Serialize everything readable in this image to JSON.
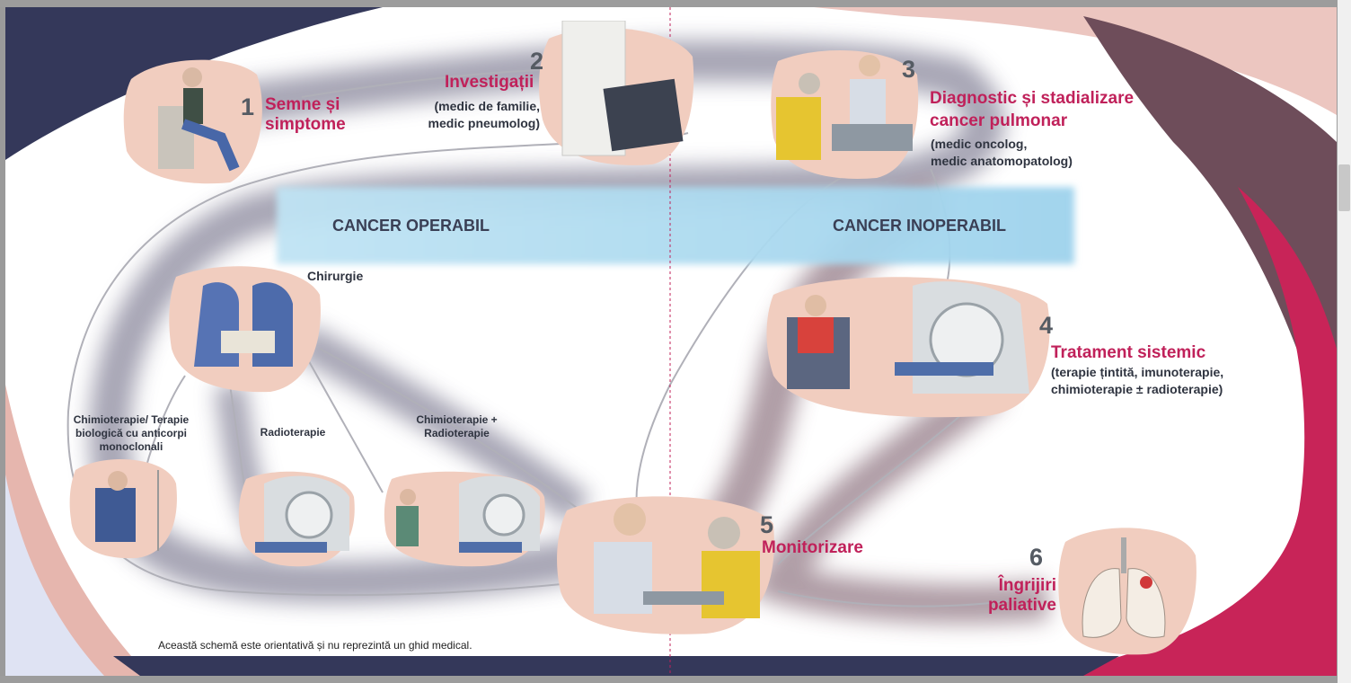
{
  "steps": [
    {
      "number": "1",
      "title_lines": [
        "Semne și",
        "simptome"
      ],
      "sub_lines": []
    },
    {
      "number": "2",
      "title_lines": [
        "Investigații"
      ],
      "sub_lines": [
        "(medic de familie,",
        "medic pneumolog)"
      ]
    },
    {
      "number": "3",
      "title_lines": [
        "Diagnostic și stadializare",
        "cancer pulmonar"
      ],
      "sub_lines": [
        "(medic oncolog,",
        "medic anatomopatolog)"
      ]
    },
    {
      "number": "4",
      "title_lines": [
        "Tratament sistemic"
      ],
      "sub_lines": [
        "(terapie țintită, imunoterapie,",
        "chimioterapie ± radioterapie)"
      ]
    },
    {
      "number": "5",
      "title_lines": [
        "Monitorizare"
      ],
      "sub_lines": []
    },
    {
      "number": "6",
      "title_lines": [
        "Îngrijiri",
        "paliative"
      ],
      "sub_lines": []
    }
  ],
  "band": {
    "left": "CANCER OPERABIL",
    "right": "CANCER INOPERABIL"
  },
  "treatments": {
    "surgery": "Chirurgie",
    "chemo_lines": [
      "Chimioterapie/ Terapie",
      "biologică cu anticorpi",
      "monoclonali"
    ],
    "radio": "Radioterapie",
    "chemo_radio_lines": [
      "Chimioterapie +",
      "Radioterapie"
    ]
  },
  "footnote": "Această schemă este orientativă și nu reprezintă un ghid medical.",
  "colors": {
    "accent": "#c0215a",
    "navy": "#34385a",
    "band_blue": "#9dd2ec",
    "peach": "#f1cdbf"
  }
}
